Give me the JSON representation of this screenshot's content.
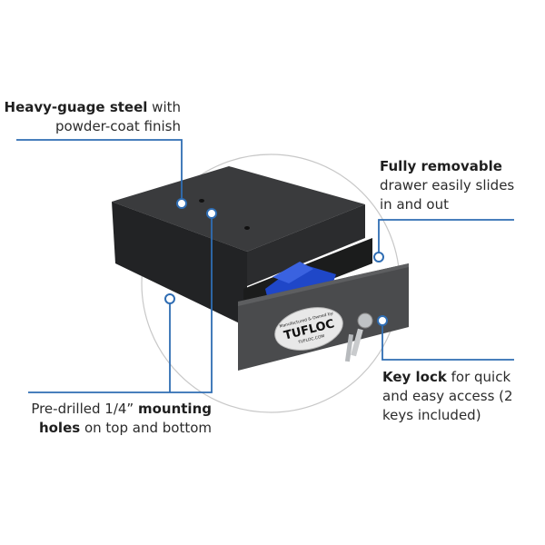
{
  "callouts": {
    "steel": {
      "bold": "Heavy-guage steel",
      "rest1": " with",
      "line2": "powder-coat finish"
    },
    "drawer": {
      "bold": "Fully removable",
      "line2": "drawer easily slides",
      "line3": "in and out"
    },
    "holes": {
      "line1": "Pre-drilled 1/4” ",
      "bold1": "mounting",
      "bold2": "holes",
      "rest2": " on top and bottom"
    },
    "lock": {
      "bold": "Key lock",
      "rest1": " for quick",
      "line2": "and easy access (2",
      "line3": "keys included)"
    }
  },
  "product": {
    "brand": "TUFLOC",
    "label_top": "Manufactured & Owned by:",
    "label_bottom": "TUFLOC.COM"
  },
  "colors": {
    "accent": "#2f6db3",
    "box": "#2c2d2f",
    "insert": "#1f47c8",
    "circle": "#c8c8c8"
  }
}
